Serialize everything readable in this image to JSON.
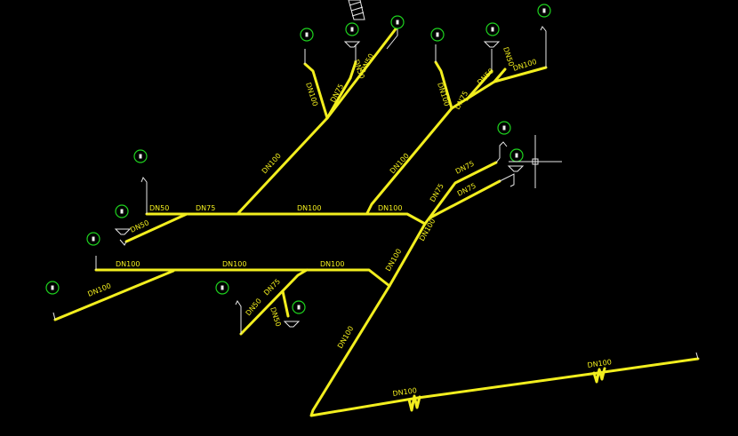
{
  "pipe_labels": {
    "a": "DN100",
    "b": "DN75",
    "c": "DN50",
    "d": "DN50",
    "e": "DN100",
    "f": "DN75",
    "g": "DN50",
    "h": "DN50",
    "i": "DN100",
    "j": "DN100",
    "k": "DN100",
    "l": "DN75",
    "m": "DN75",
    "n": "DN75",
    "o": "DN100",
    "p": "DN50",
    "q": "DN75",
    "r": "DN100",
    "s": "DN100",
    "t": "DN50",
    "u": "DN100",
    "v": "DN100",
    "w": "DN100",
    "x": "DN100",
    "y": "DN75",
    "z": "DN50",
    "aa": "DN50",
    "ab": "DN100",
    "ac": "DN100",
    "ad": "DN100"
  },
  "colors": {
    "pipe": "#f2ee1e",
    "marker_ring": "#1ed21e",
    "background": "#000000"
  }
}
